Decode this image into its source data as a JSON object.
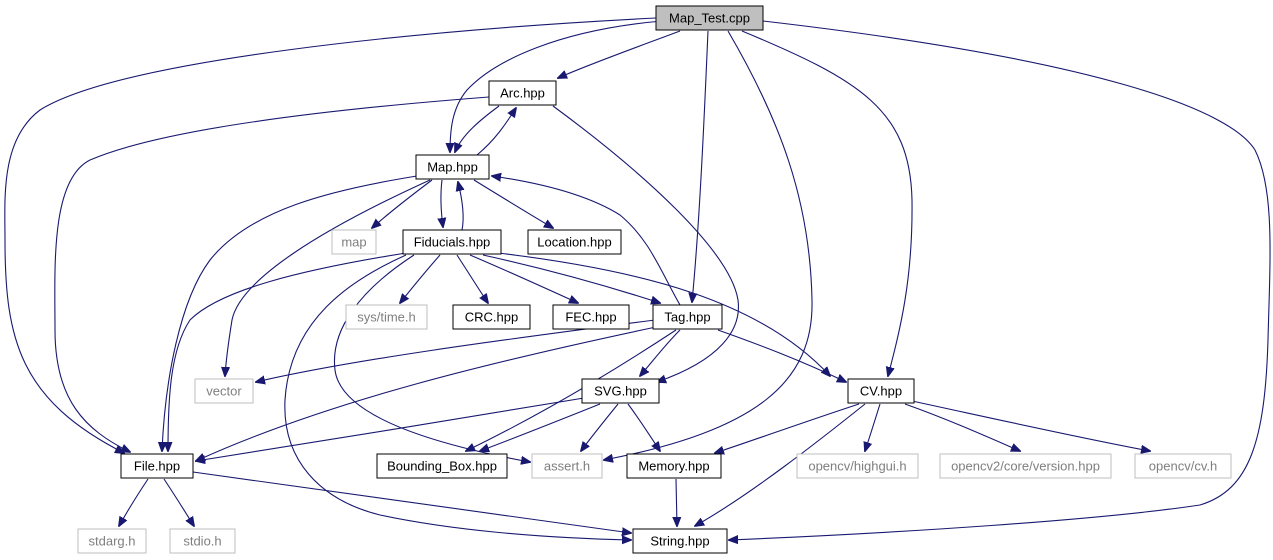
{
  "diagram": {
    "type": "include-dependency-graph",
    "colors": {
      "edge": "#191970",
      "root_fill": "#bfbfbf",
      "local_border": "#000000",
      "system_border": "#bfbfbf",
      "system_text": "#7f7f7f"
    },
    "nodes": [
      {
        "id": "map_test",
        "label": "Map_Test.cpp",
        "kind": "root"
      },
      {
        "id": "arc",
        "label": "Arc.hpp",
        "kind": "local"
      },
      {
        "id": "map_hpp",
        "label": "Map.hpp",
        "kind": "local"
      },
      {
        "id": "map",
        "label": "map",
        "kind": "system"
      },
      {
        "id": "fiducials",
        "label": "Fiducials.hpp",
        "kind": "local"
      },
      {
        "id": "location",
        "label": "Location.hpp",
        "kind": "local"
      },
      {
        "id": "systime",
        "label": "sys/time.h",
        "kind": "system"
      },
      {
        "id": "crc",
        "label": "CRC.hpp",
        "kind": "local"
      },
      {
        "id": "fec",
        "label": "FEC.hpp",
        "kind": "local"
      },
      {
        "id": "tag",
        "label": "Tag.hpp",
        "kind": "local"
      },
      {
        "id": "vector",
        "label": "vector",
        "kind": "system"
      },
      {
        "id": "svg",
        "label": "SVG.hpp",
        "kind": "local"
      },
      {
        "id": "cv",
        "label": "CV.hpp",
        "kind": "local"
      },
      {
        "id": "file",
        "label": "File.hpp",
        "kind": "local"
      },
      {
        "id": "bbox",
        "label": "Bounding_Box.hpp",
        "kind": "local"
      },
      {
        "id": "assert",
        "label": "assert.h",
        "kind": "system"
      },
      {
        "id": "memory",
        "label": "Memory.hpp",
        "kind": "local"
      },
      {
        "id": "highgui",
        "label": "opencv/highgui.h",
        "kind": "system"
      },
      {
        "id": "version",
        "label": "opencv2/core/version.hpp",
        "kind": "system"
      },
      {
        "id": "cvh",
        "label": "opencv/cv.h",
        "kind": "system"
      },
      {
        "id": "stdarg",
        "label": "stdarg.h",
        "kind": "system"
      },
      {
        "id": "stdio",
        "label": "stdio.h",
        "kind": "system"
      },
      {
        "id": "string",
        "label": "String.hpp",
        "kind": "local"
      }
    ],
    "edges": [
      {
        "from": "map_test",
        "to": "arc"
      },
      {
        "from": "map_test",
        "to": "map_hpp"
      },
      {
        "from": "map_test",
        "to": "file"
      },
      {
        "from": "map_test",
        "to": "tag"
      },
      {
        "from": "map_test",
        "to": "assert"
      },
      {
        "from": "map_test",
        "to": "cv"
      },
      {
        "from": "map_test",
        "to": "string"
      },
      {
        "from": "arc",
        "to": "map_hpp"
      },
      {
        "from": "arc",
        "to": "file"
      },
      {
        "from": "arc",
        "to": "svg"
      },
      {
        "from": "map_hpp",
        "to": "arc"
      },
      {
        "from": "map_hpp",
        "to": "map"
      },
      {
        "from": "map_hpp",
        "to": "fiducials"
      },
      {
        "from": "map_hpp",
        "to": "location"
      },
      {
        "from": "map_hpp",
        "to": "vector"
      },
      {
        "from": "map_hpp",
        "to": "file"
      },
      {
        "from": "fiducials",
        "to": "map_hpp"
      },
      {
        "from": "fiducials",
        "to": "systime"
      },
      {
        "from": "fiducials",
        "to": "crc"
      },
      {
        "from": "fiducials",
        "to": "fec"
      },
      {
        "from": "fiducials",
        "to": "tag"
      },
      {
        "from": "fiducials",
        "to": "cv"
      },
      {
        "from": "fiducials",
        "to": "file"
      },
      {
        "from": "fiducials",
        "to": "string"
      },
      {
        "from": "fiducials",
        "to": "assert"
      },
      {
        "from": "tag",
        "to": "map_hpp"
      },
      {
        "from": "tag",
        "to": "vector"
      },
      {
        "from": "tag",
        "to": "svg"
      },
      {
        "from": "tag",
        "to": "cv"
      },
      {
        "from": "tag",
        "to": "file"
      },
      {
        "from": "tag",
        "to": "bbox"
      },
      {
        "from": "svg",
        "to": "file"
      },
      {
        "from": "svg",
        "to": "bbox"
      },
      {
        "from": "svg",
        "to": "assert"
      },
      {
        "from": "svg",
        "to": "memory"
      },
      {
        "from": "cv",
        "to": "memory"
      },
      {
        "from": "cv",
        "to": "highgui"
      },
      {
        "from": "cv",
        "to": "version"
      },
      {
        "from": "cv",
        "to": "cvh"
      },
      {
        "from": "cv",
        "to": "string"
      },
      {
        "from": "file",
        "to": "stdarg"
      },
      {
        "from": "file",
        "to": "stdio"
      },
      {
        "from": "file",
        "to": "string"
      },
      {
        "from": "memory",
        "to": "string"
      }
    ]
  }
}
